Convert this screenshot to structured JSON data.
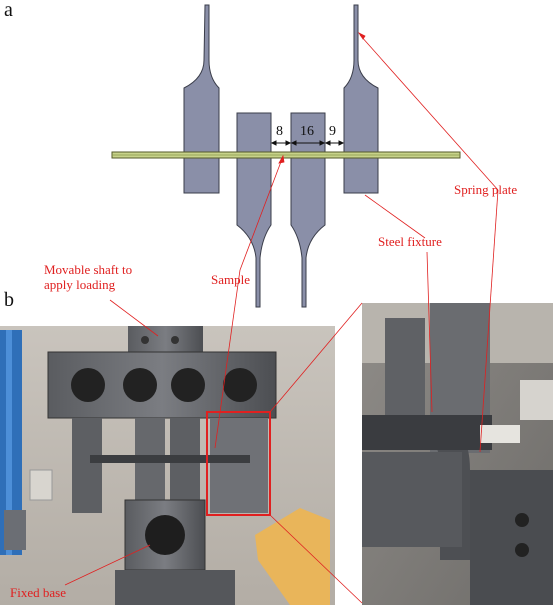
{
  "panels": {
    "a": "a",
    "b": "b"
  },
  "dimensions": {
    "gap1": "8",
    "gap2": "16",
    "gap3": "9"
  },
  "labels": {
    "spring_plate": "Spring plate",
    "steel_fixture": "Steel fixture",
    "sample": "Sample",
    "movable_shaft": "Movable shaft to\napply loading",
    "fixed_base": "Fixed base"
  },
  "colors": {
    "fixture_fill": "#8a8fa8",
    "fixture_stroke": "#3a3d4a",
    "sample_fill": "#c8d38a",
    "annotation_red": "#e02020"
  }
}
